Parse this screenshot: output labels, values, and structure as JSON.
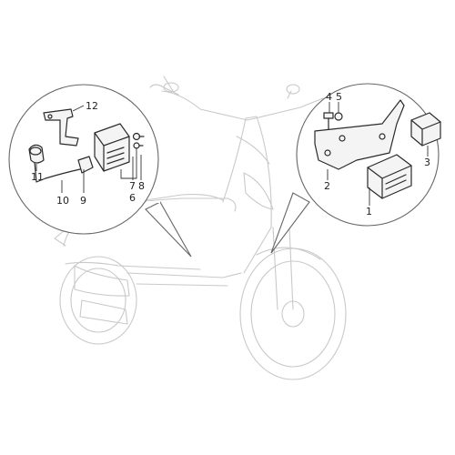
{
  "diagram": {
    "part_numbers": [
      {
        "id": "p1",
        "label": "1"
      },
      {
        "id": "p2",
        "label": "2"
      },
      {
        "id": "p3",
        "label": "3"
      },
      {
        "id": "p4",
        "label": "4"
      },
      {
        "id": "p5",
        "label": "5"
      },
      {
        "id": "p6",
        "label": "6"
      },
      {
        "id": "p7",
        "label": "7"
      },
      {
        "id": "p8",
        "label": "8"
      },
      {
        "id": "p9",
        "label": "9"
      },
      {
        "id": "p10",
        "label": "10"
      },
      {
        "id": "p11",
        "label": "11"
      },
      {
        "id": "p12",
        "label": "12"
      }
    ]
  },
  "colors": {
    "ghost_lines": "#c9c9c9",
    "part_lines": "#2a2a2a",
    "callout_border": "#666666",
    "background": "#ffffff"
  }
}
